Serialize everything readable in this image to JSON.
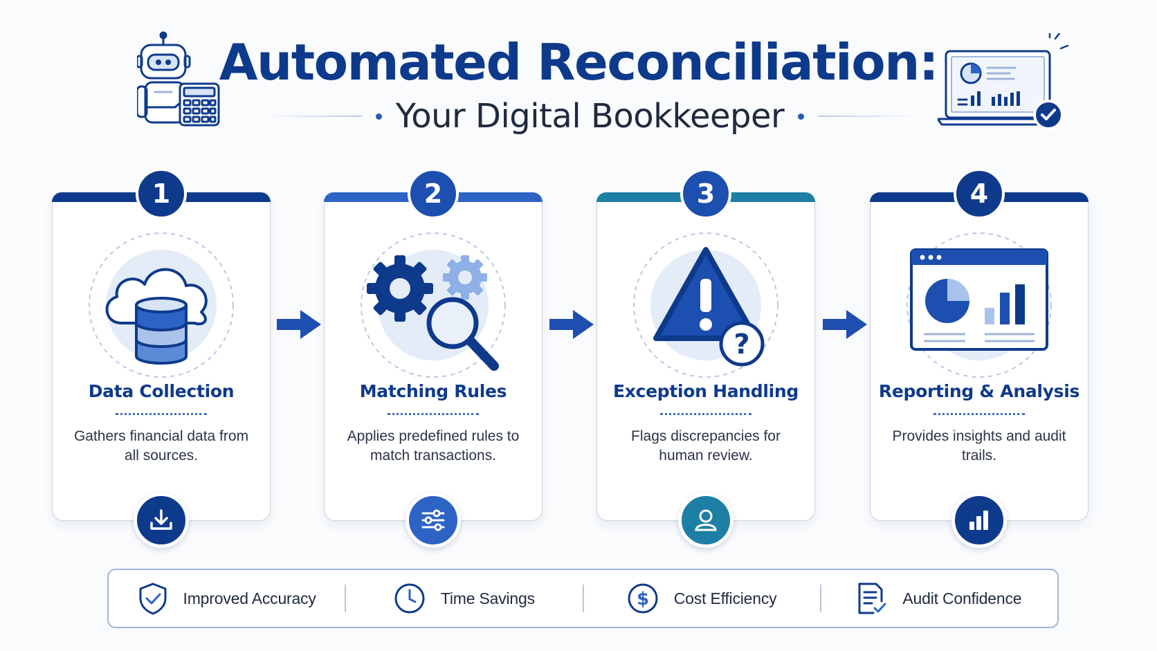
{
  "header": {
    "title": "Automated Reconciliation:",
    "subtitle": "Your Digital Bookkeeper"
  },
  "colors": {
    "navy": "#0e3a8c",
    "blue": "#2e63c6",
    "teal": "#1e7fa5",
    "light_blue": "#d7e4f6"
  },
  "steps": [
    {
      "number": "1",
      "title": "Data Collection",
      "description": "Gathers financial data from all sources.",
      "illustration": "cloud-database-icon",
      "bottom_icon": "download-icon",
      "accent": "#0e3a8c"
    },
    {
      "number": "2",
      "title": "Matching Rules",
      "description": "Applies predefined rules to match transactions.",
      "illustration": "gears-magnifier-icon",
      "bottom_icon": "sliders-icon",
      "accent": "#2e63c6"
    },
    {
      "number": "3",
      "title": "Exception Handling",
      "description": "Flags discrepancies for human review.",
      "illustration": "warning-question-icon",
      "bottom_icon": "user-icon",
      "accent": "#1e7fa5"
    },
    {
      "number": "4",
      "title": "Reporting & Analysis",
      "description": "Provides insights and audit trails.",
      "illustration": "dashboard-icon",
      "bottom_icon": "bar-chart-icon",
      "accent": "#0e3a8c"
    }
  ],
  "benefits": [
    {
      "label": "Improved Accuracy",
      "icon": "shield-check-icon"
    },
    {
      "label": "Time Savings",
      "icon": "clock-icon"
    },
    {
      "label": "Cost Efficiency",
      "icon": "dollar-icon"
    },
    {
      "label": "Audit Confidence",
      "icon": "document-check-icon"
    }
  ]
}
